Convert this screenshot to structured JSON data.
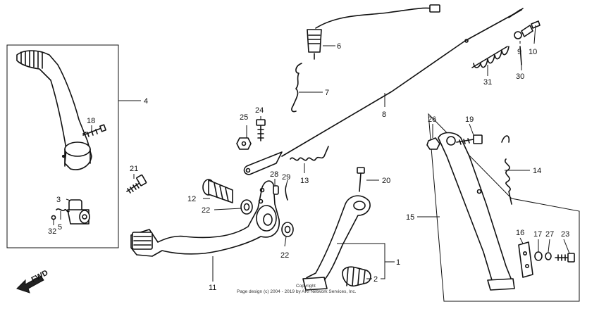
{
  "fwd_label": "FWD",
  "copyright": {
    "line1": "Copyright",
    "line2": "Page design (c) 2004 - 2019 by ARI Network Services, Inc."
  },
  "callouts": [
    {
      "id": "1",
      "label": "1"
    },
    {
      "id": "2",
      "label": "2"
    },
    {
      "id": "3",
      "label": "3"
    },
    {
      "id": "4",
      "label": "4"
    },
    {
      "id": "5",
      "label": "5"
    },
    {
      "id": "6",
      "label": "6"
    },
    {
      "id": "7",
      "label": "7"
    },
    {
      "id": "8",
      "label": "8"
    },
    {
      "id": "9",
      "label": "9"
    },
    {
      "id": "10",
      "label": "10"
    },
    {
      "id": "11",
      "label": "11"
    },
    {
      "id": "12",
      "label": "12"
    },
    {
      "id": "13",
      "label": "13"
    },
    {
      "id": "14",
      "label": "14"
    },
    {
      "id": "15",
      "label": "15"
    },
    {
      "id": "16",
      "label": "16"
    },
    {
      "id": "17",
      "label": "17"
    },
    {
      "id": "18",
      "label": "18"
    },
    {
      "id": "19",
      "label": "19"
    },
    {
      "id": "20",
      "label": "20"
    },
    {
      "id": "21",
      "label": "21"
    },
    {
      "id": "22a",
      "label": "22"
    },
    {
      "id": "22b",
      "label": "22"
    },
    {
      "id": "23",
      "label": "23"
    },
    {
      "id": "24",
      "label": "24"
    },
    {
      "id": "25",
      "label": "25"
    },
    {
      "id": "26",
      "label": "26"
    },
    {
      "id": "27",
      "label": "27"
    },
    {
      "id": "28",
      "label": "28"
    },
    {
      "id": "29",
      "label": "29"
    },
    {
      "id": "30",
      "label": "30"
    },
    {
      "id": "31",
      "label": "31"
    },
    {
      "id": "32",
      "label": "32"
    }
  ]
}
